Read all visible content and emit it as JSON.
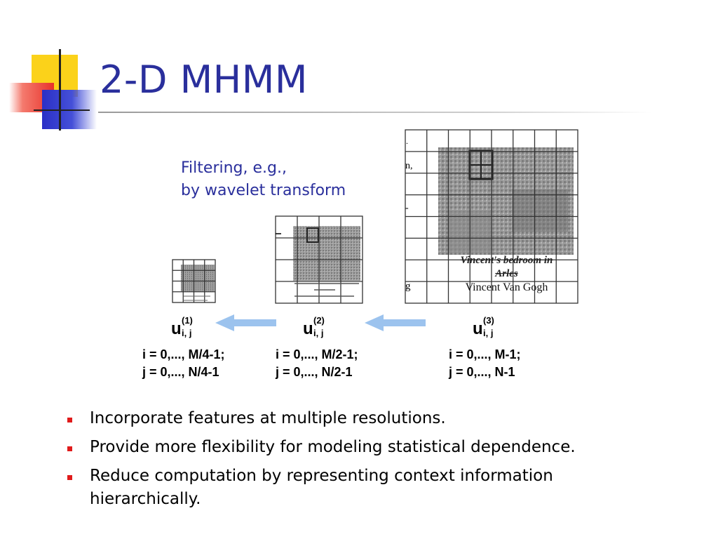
{
  "slide": {
    "title": "2-D MHMM"
  },
  "filter_note": {
    "line1": "Filtering, e.g.,",
    "line2": "by wavelet transform"
  },
  "levels": [
    {
      "symbol": "u",
      "superscript": "(1)",
      "subscript": "i, j",
      "range_i": "i = 0,..., M/4-1;",
      "range_j": "j = 0,..., N/4-1"
    },
    {
      "symbol": "u",
      "superscript": "(2)",
      "subscript": "i, j",
      "range_i": "i = 0,..., M/2-1;",
      "range_j": "j = 0,..., N/2-1"
    },
    {
      "symbol": "u",
      "superscript": "(3)",
      "subscript": "i, j",
      "range_i": "i = 0,..., M-1;",
      "range_j": "j = 0,..., N-1"
    }
  ],
  "painting": {
    "title_line1": "Vincent's bedroom in",
    "title_line2": "Arles",
    "artist": "Vincent Van Gogh"
  },
  "bullets": [
    "Incorporate features at multiple resolutions.",
    "Provide more flexibility for modeling statistical dependence.",
    "Reduce computation by representing context information hierarchically."
  ],
  "colors": {
    "title": "#2a2f9c",
    "arrow": "#9cc3ee",
    "bullet": "#e01b1b",
    "deco_yellow": "#fbd21a",
    "deco_red": "#e8322a",
    "deco_blue": "#2a2fc6"
  }
}
